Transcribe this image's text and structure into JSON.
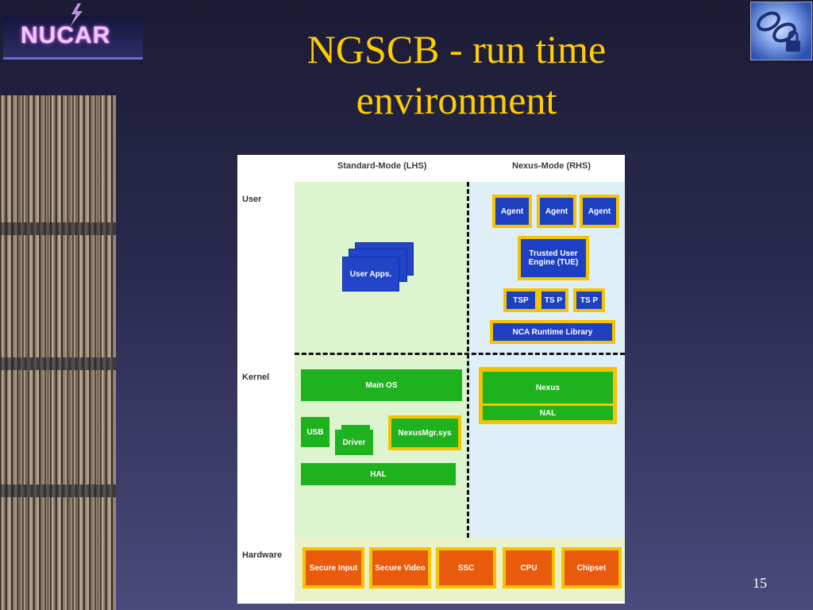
{
  "slide": {
    "logo_text": "NUCAR",
    "title_line1": "NGSCB - run time",
    "title_line2": "environment",
    "page_number": "15"
  },
  "diagram": {
    "columns": [
      "Standard-Mode (LHS)",
      "Nexus-Mode (RHS)"
    ],
    "rows": [
      "User",
      "Kernel",
      "Hardware"
    ],
    "user_lhs": {
      "user_apps": "User Apps."
    },
    "user_rhs": {
      "agents": [
        "Agent",
        "Agent",
        "Agent"
      ],
      "tue": "Trusted User Engine (TUE)",
      "tsp": "TSP",
      "ts1": "TS P",
      "ts2": "TS P",
      "nca": "NCA Runtime Library"
    },
    "kernel_lhs": {
      "main_os": "Main OS",
      "usb": "USB",
      "driver": "Driver",
      "nexusmgr": "NexusMgr.sys",
      "hal": "HAL"
    },
    "kernel_rhs": {
      "nexus": "Nexus",
      "nal": "NAL"
    },
    "hardware": [
      "Secure Input",
      "Secure Video",
      "SSC",
      "CPU",
      "Chipset"
    ]
  },
  "colors": {
    "title": "#ffcc00",
    "blue_box": "#1d3fc2",
    "green_box": "#1fb21f",
    "orange_box": "#e85a0c",
    "border_yellow": "#f5c400"
  }
}
